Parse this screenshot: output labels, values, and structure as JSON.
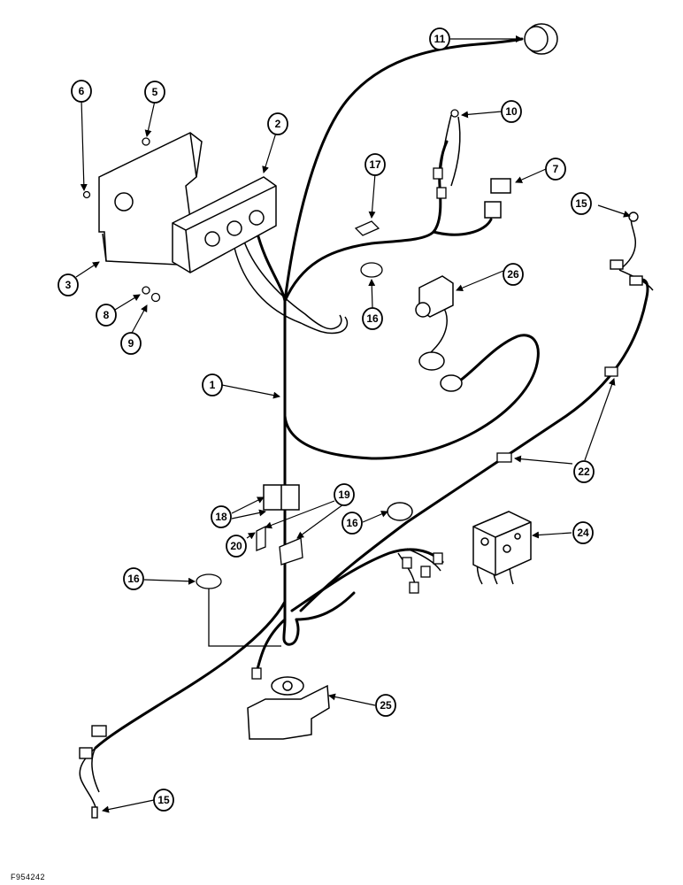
{
  "figure_code": "F954242",
  "callouts": [
    {
      "id": "c-11",
      "label": "11"
    },
    {
      "id": "c-6",
      "label": "6"
    },
    {
      "id": "c-5",
      "label": "5"
    },
    {
      "id": "c-2",
      "label": "2"
    },
    {
      "id": "c-10",
      "label": "10"
    },
    {
      "id": "c-17",
      "label": "17"
    },
    {
      "id": "c-7",
      "label": "7"
    },
    {
      "id": "c-15a",
      "label": "15"
    },
    {
      "id": "c-26",
      "label": "26"
    },
    {
      "id": "c-3",
      "label": "3"
    },
    {
      "id": "c-8",
      "label": "8"
    },
    {
      "id": "c-9",
      "label": "9"
    },
    {
      "id": "c-16a",
      "label": "16"
    },
    {
      "id": "c-1",
      "label": "1"
    },
    {
      "id": "c-22",
      "label": "22"
    },
    {
      "id": "c-18",
      "label": "18"
    },
    {
      "id": "c-19",
      "label": "19"
    },
    {
      "id": "c-16b",
      "label": "16"
    },
    {
      "id": "c-24",
      "label": "24"
    },
    {
      "id": "c-20",
      "label": "20"
    },
    {
      "id": "c-16c",
      "label": "16"
    },
    {
      "id": "c-25",
      "label": "25"
    },
    {
      "id": "c-15b",
      "label": "15"
    }
  ]
}
